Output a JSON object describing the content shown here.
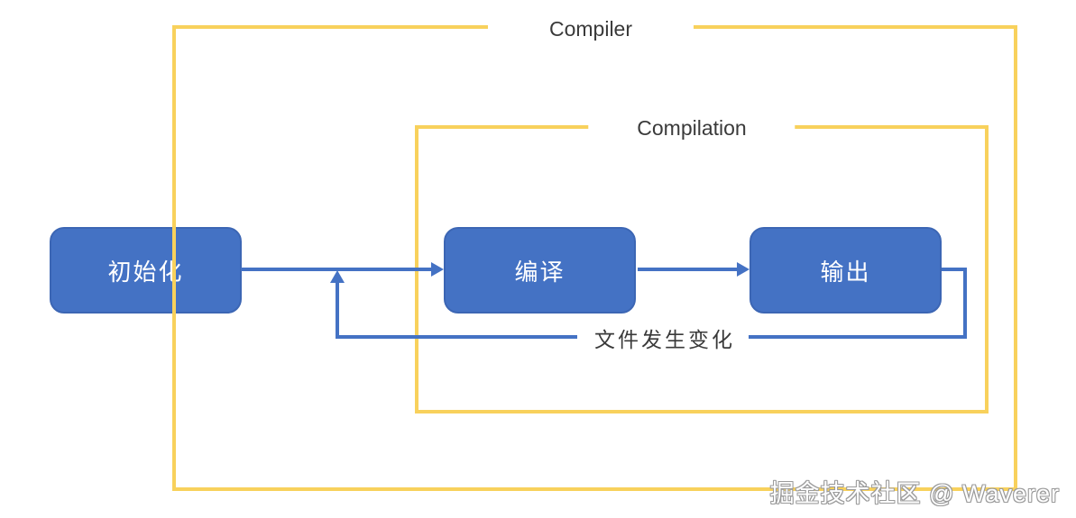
{
  "diagram": {
    "groups": [
      {
        "id": "compiler",
        "label": "Compiler"
      },
      {
        "id": "compilation",
        "label": "Compilation"
      }
    ],
    "nodes": [
      {
        "id": "init",
        "label": "初始化"
      },
      {
        "id": "compile",
        "label": "编译"
      },
      {
        "id": "output",
        "label": "输出"
      }
    ],
    "edges": [
      {
        "from": "init",
        "to": "compile"
      },
      {
        "from": "compile",
        "to": "output"
      },
      {
        "from": "output",
        "to": "compile",
        "label": "文件发生变化",
        "type": "feedback"
      }
    ],
    "feedback_label": "文件发生变化",
    "colors": {
      "node_fill": "#4472C4",
      "node_border": "#3C66B4",
      "connector_blue": "#4472C4",
      "group_border_yellow": "#F8D15C",
      "node_text": "#FFFFFF",
      "caption_text": "#3A3A3A",
      "watermark_fill": "#FFFFFF",
      "watermark_outline": "#9B9B9B"
    }
  },
  "watermark": {
    "text": "掘金技术社区 @ Waverer"
  }
}
